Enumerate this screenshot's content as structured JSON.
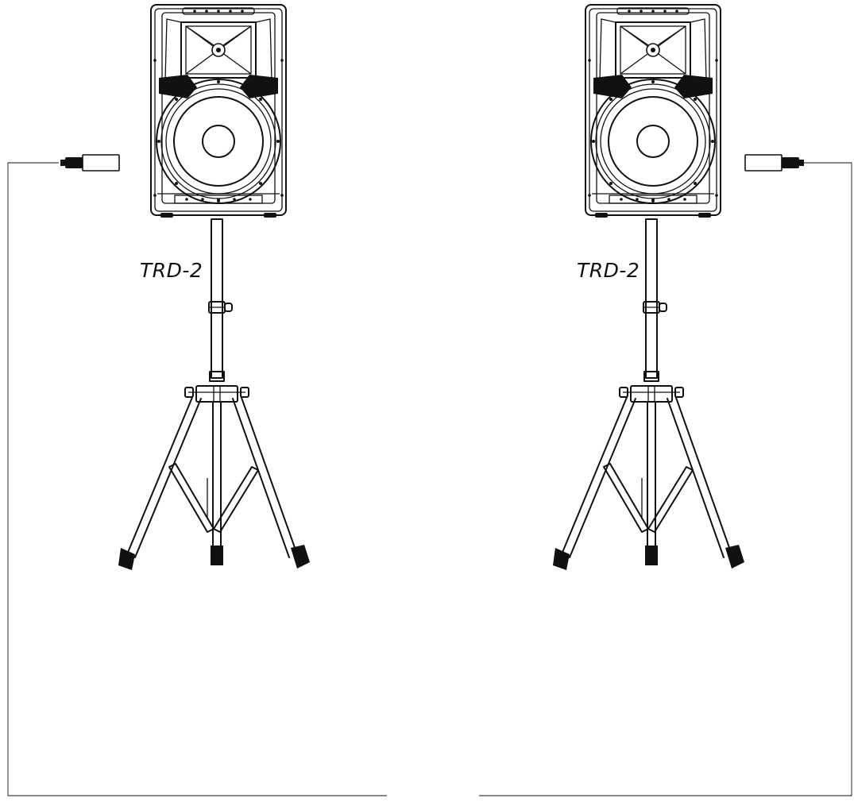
{
  "diagram": {
    "speakers": [
      {
        "id": "left",
        "stand_label": "TRD-2"
      },
      {
        "id": "right",
        "stand_label": "TRD-2"
      }
    ],
    "connectors": [
      {
        "id": "left",
        "icon": "xlr-connector-icon"
      },
      {
        "id": "right",
        "icon": "xlr-connector-icon"
      }
    ],
    "colors": {
      "line": "#111111",
      "background": "#ffffff"
    }
  }
}
